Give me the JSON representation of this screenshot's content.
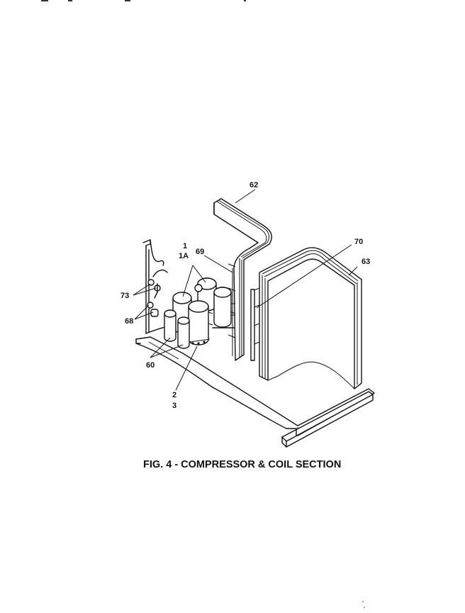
{
  "figure": {
    "caption": "FIG. 4 - COMPRESSOR & COIL SECTION",
    "callouts": {
      "c62": "62",
      "c1": "1",
      "c1a": "1A",
      "c69": "69",
      "c70": "70",
      "c63": "63",
      "c73": "73",
      "c68": "68",
      "c60": "60",
      "c2": "2",
      "c3": "3"
    }
  },
  "colors": {
    "ink": "#111111",
    "paper": "#ffffff"
  }
}
